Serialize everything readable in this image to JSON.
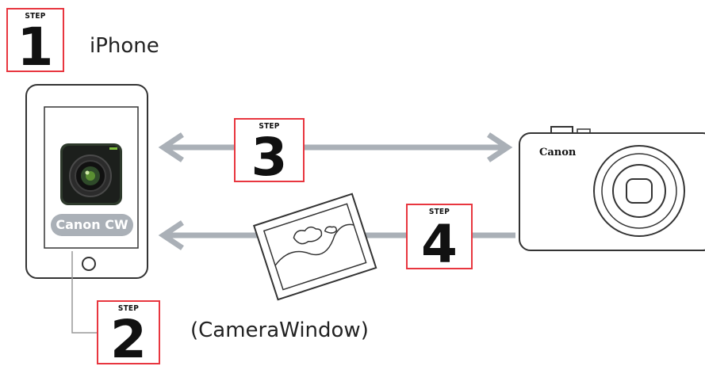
{
  "labels": {
    "iphone": "iPhone",
    "camera_window": "(CameraWindow)",
    "app_name": "Canon CW",
    "camera_brand": "Canon"
  },
  "steps": [
    {
      "label": "STEP",
      "number": "1"
    },
    {
      "label": "STEP",
      "number": "2"
    },
    {
      "label": "STEP",
      "number": "3"
    },
    {
      "label": "STEP",
      "number": "4"
    }
  ],
  "colors": {
    "step_border": "#e8363f",
    "arrow": "#aab0b7",
    "outline": "#333333"
  }
}
